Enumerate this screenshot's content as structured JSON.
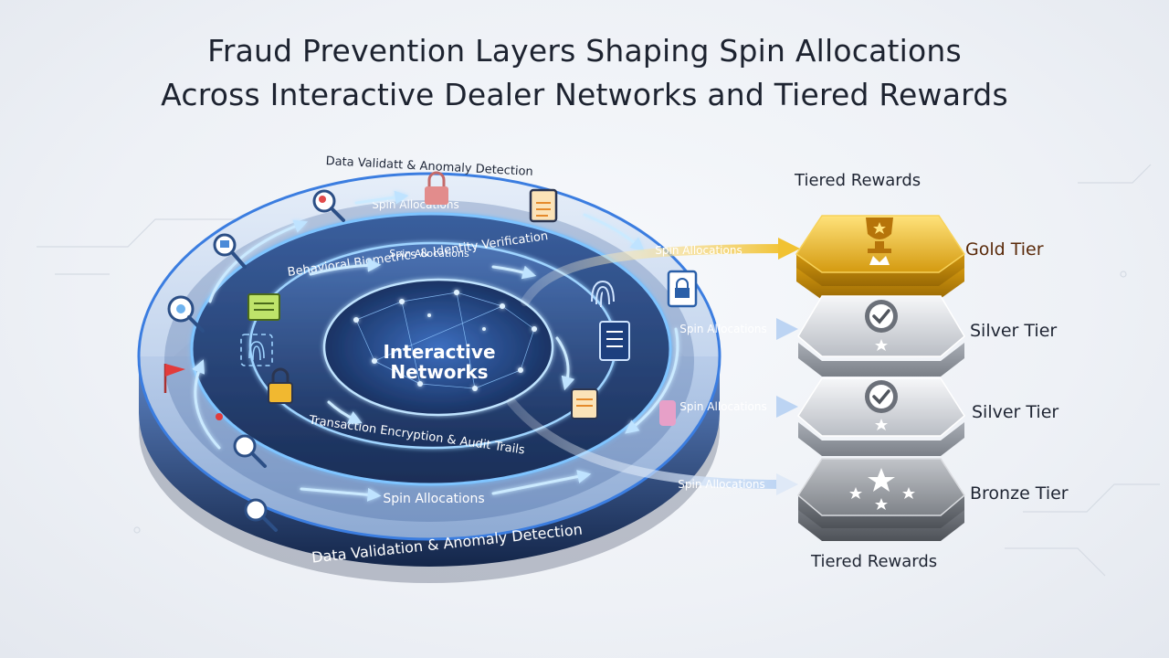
{
  "title": {
    "line1": "Fraud Prevention Layers Shaping Spin Allocations",
    "line2": "Across Interactive Dealer Networks and Tiered Rewards"
  },
  "core": {
    "line1": "Interactive",
    "line2": "Networks"
  },
  "rings": {
    "outer_top": "Data Validatt & Anomaly Detection",
    "outer_bottom": "Data Validation & Anomaly Detection",
    "middle_top": "Behavioral Biometrics & Identity Verification",
    "inner_bottom": "Transaction Encryption & Audit Trails"
  },
  "flow_labels": {
    "outer_top_spin": "Spin Allocations",
    "middle_top_spin": "Spin Allocations",
    "outer_bottom_spin": "Spin Allocations"
  },
  "rewards": {
    "header_top": "Tiered Rewards",
    "header_bottom": "Tiered Rewards",
    "tiers": [
      {
        "name": "Gold Tier",
        "arrow_label": "Spin Allocations",
        "color": "#e9b521"
      },
      {
        "name": "Silver Tier",
        "arrow_label": "Spin Allocations",
        "color": "#c9ccd2"
      },
      {
        "name": "Silver Tier",
        "arrow_label": "Spin Allocations",
        "color": "#bfc3c9"
      },
      {
        "name": "Bronze Tier",
        "arrow_label": "Spin Allocations",
        "color": "#8e9196"
      }
    ]
  },
  "icons": [
    "magnifier-icon",
    "padlock-icon",
    "document-lock-icon",
    "fingerprint-icon",
    "flag-icon",
    "chart-icon",
    "checklist-icon",
    "trophy-icon",
    "checkmark-icon",
    "star-icon"
  ],
  "colors": {
    "ring_blue": "#2f6fd6",
    "ring_dark": "#1c2f57",
    "glow": "#7fc4ff",
    "gold": "#e9b521",
    "silver": "#c9ccd2",
    "bronze": "#8e9196"
  }
}
